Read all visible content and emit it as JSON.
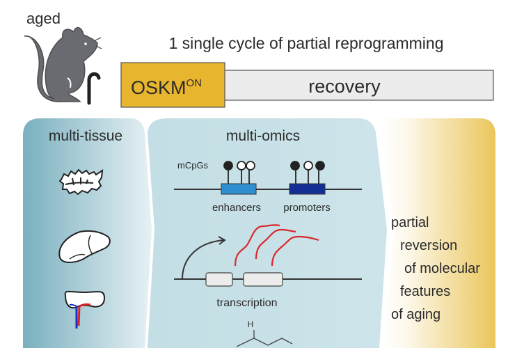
{
  "mouse_label": "aged",
  "title": "1 single cycle of partial reprogramming",
  "timeline": {
    "oskm": "OSKM",
    "oskm_superscript": "ON",
    "recovery": "recovery"
  },
  "panels": {
    "tissue": {
      "title": "multi-tissue"
    },
    "omics": {
      "title": "multi-omics",
      "mcpgs": "mCpGs",
      "enhancers": "enhancers",
      "promoters": "promoters",
      "transcription": "transcription",
      "chem_h": "H"
    },
    "outcome": {
      "lines": [
        "partial",
        "reversion",
        "of molecular",
        "features",
        "of aging"
      ]
    }
  },
  "colors": {
    "oskm": "#e8b52e",
    "recovery": "#ececec",
    "panel_blue_dark": "#7db3c2",
    "panel_blue_light": "#e3eff2",
    "omics_panel": "#c7e1e7",
    "outcome_gold": "#ebc85a",
    "enhancer": "#2d8fd0",
    "promoter": "#142f94",
    "rna": "#d9282c"
  }
}
